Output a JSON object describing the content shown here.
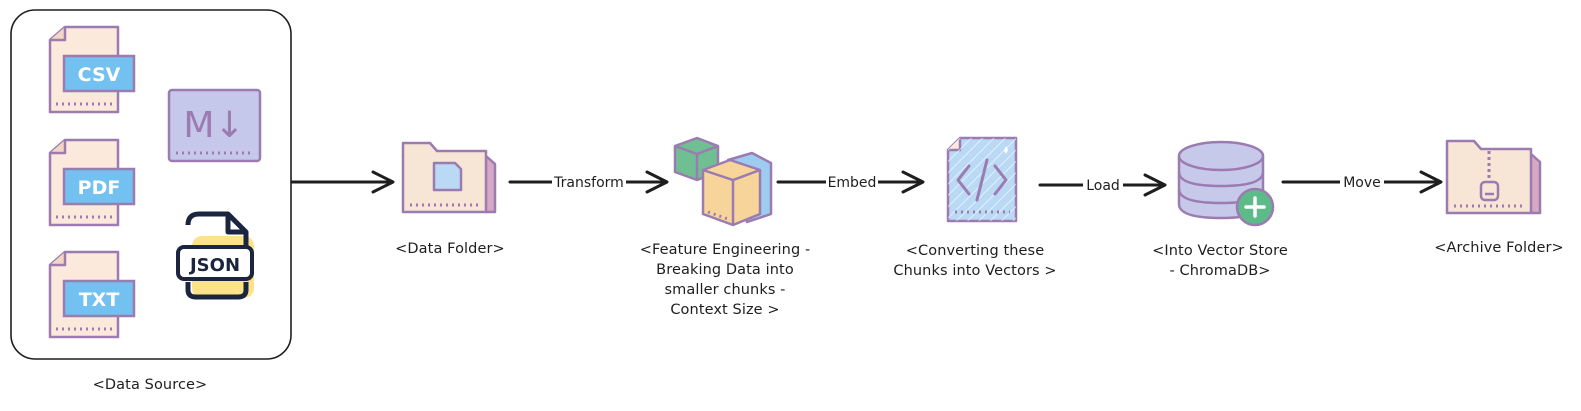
{
  "nodes": {
    "data_source": {
      "label": "<Data Source>",
      "files": {
        "csv": "CSV",
        "pdf": "PDF",
        "txt": "TXT",
        "json": "JSON",
        "markdown": "M↓"
      }
    },
    "data_folder": {
      "label": "<Data Folder>"
    },
    "feature_engineering": {
      "label": "<Feature Engineering -\nBreaking Data into\nsmaller chunks -\nContext Size >"
    },
    "converting": {
      "label": "<Converting these\nChunks into Vectors >"
    },
    "vector_store": {
      "label": "<Into Vector Store\n- ChromaDB>"
    },
    "archive_folder": {
      "label": "<Archive Folder>"
    }
  },
  "edges": {
    "transform": "Transform",
    "embed": "Embed",
    "load": "Load",
    "move": "Move"
  },
  "colors": {
    "outline": "#9b7bb0",
    "file_body": "#fbe9dc",
    "file_badge": "#72c1f0",
    "markdown_box": "#c5c8ea",
    "json_yellow": "#fce38a",
    "json_dark": "#1b2540",
    "folder": "#f7e6d6",
    "folder_back": "#d6a8c4",
    "cube_green": "#6fbf93",
    "cube_yellow": "#f7d59a",
    "cube_blue": "#9ecbf0",
    "code_sheet": "#b9d9f5",
    "database": "#c7c9ea",
    "plus_green": "#5dbb8a",
    "arrow": "#1e1e1e"
  }
}
